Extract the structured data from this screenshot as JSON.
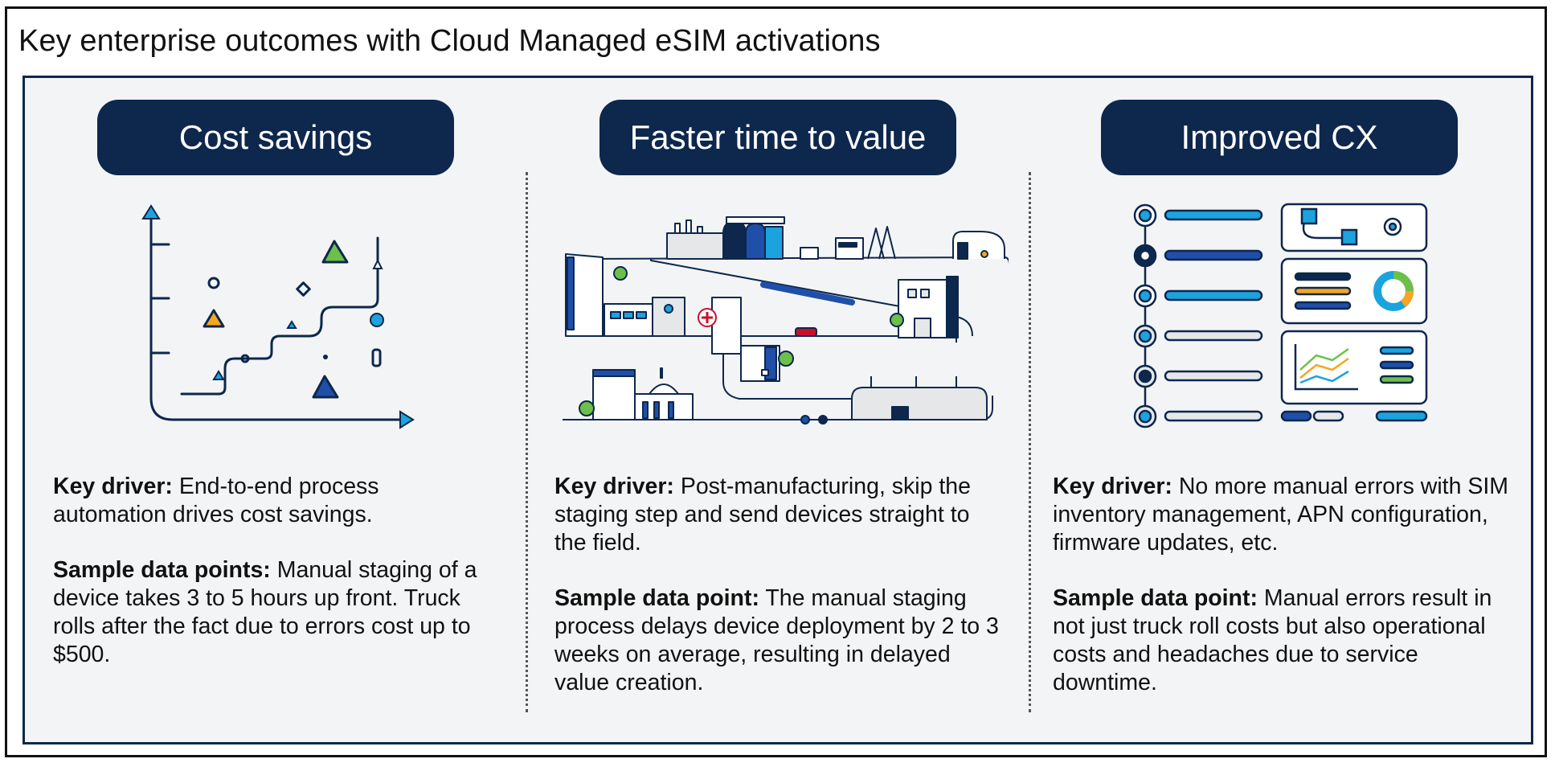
{
  "title": "Key enterprise outcomes with Cloud Managed eSIM activations",
  "colors": {
    "navy": "#0d274d",
    "blue": "#1f4fa8",
    "cyan": "#1ba3de",
    "green": "#6cc04a",
    "orange": "#f5a623",
    "panel": "#f3f4f5"
  },
  "columns": [
    {
      "heading": "Cost savings",
      "illustration": "stepped-growth-chart-icon",
      "driver_label": "Key driver:",
      "driver_text": " End-to-end process automation drives cost savings.",
      "points_label": "Sample data points:",
      "points_text": " Manual staging of a device takes 3 to 5 hours up front. Truck rolls after the fact due to errors cost up to $500."
    },
    {
      "heading": "Faster time to value",
      "illustration": "city-landscape-icon",
      "driver_label": "Key driver:",
      "driver_text": "  Post-manufacturing, skip the staging step and send devices straight to the field.",
      "points_label": "Sample data point:",
      "points_text": " The manual staging process delays device deployment by 2 to 3 weeks on average, resulting in delayed value creation."
    },
    {
      "heading": "Improved CX",
      "illustration": "dashboard-icon",
      "driver_label": "Key driver:",
      "driver_text": "  No more manual errors with SIM inventory management, APN configuration, firmware updates, etc.",
      "points_label": "Sample data point:",
      "points_text": " Manual errors result in not just truck roll costs but also operational costs and headaches due to service downtime."
    }
  ]
}
